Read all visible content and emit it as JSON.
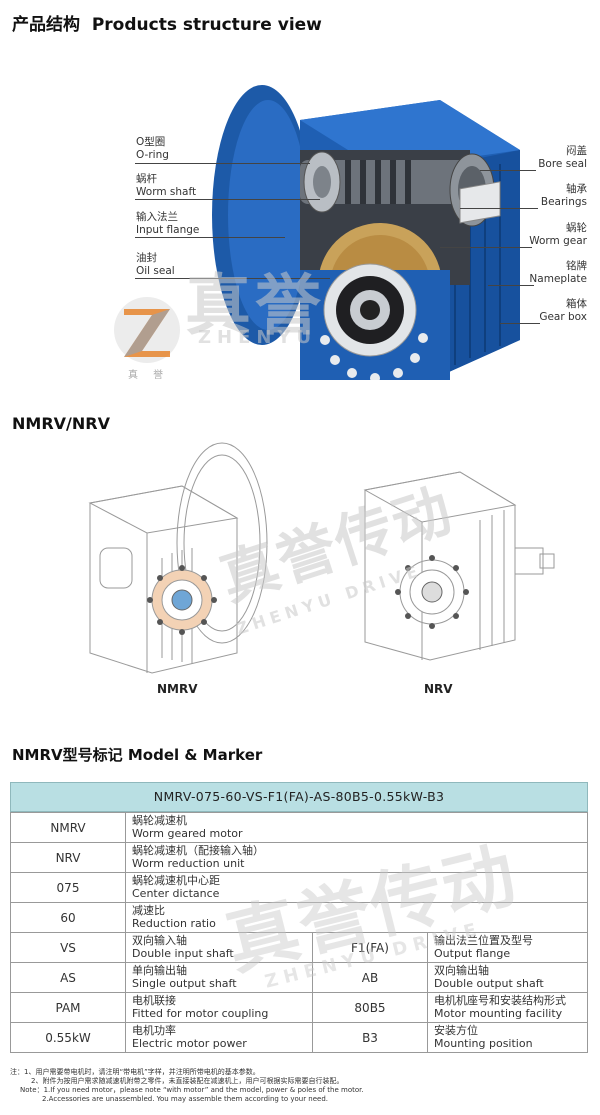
{
  "header": {
    "title_cn": "产品结构",
    "title_en": "Products structure view"
  },
  "structure": {
    "left_labels": [
      {
        "cn": "O型圈",
        "en": "O-ring"
      },
      {
        "cn": "蜗杆",
        "en": "Worm shaft"
      },
      {
        "cn": "输入法兰",
        "en": "Input flange"
      },
      {
        "cn": "油封",
        "en": "Oil seal"
      }
    ],
    "right_labels": [
      {
        "cn": "闷盖",
        "en": "Bore seal"
      },
      {
        "cn": "轴承",
        "en": "Bearings"
      },
      {
        "cn": "蜗轮",
        "en": "Worm gear"
      },
      {
        "cn": "铭牌",
        "en": "Nameplate"
      },
      {
        "cn": "箱体",
        "en": "Gear box"
      }
    ],
    "logo_mark": "ZY",
    "watermark_cn": "真誉",
    "watermark_en": "ZHENYU",
    "logo_small": "真 誉"
  },
  "section2": {
    "title": "NMRV/NRV",
    "left_caption": "NMRV",
    "right_caption": "NRV",
    "watermark_cn": "真誉传动",
    "watermark_en": "ZHENYU DRIVE"
  },
  "section3": {
    "title": "NMRV型号标记 Model & Marker",
    "model_code": "NMRV-075-60-VS-F1(FA)-AS-80B5-0.55kW-B3",
    "rows_full": [
      {
        "code": "NMRV",
        "cn": "蜗轮减速机",
        "en": "Worm geared motor"
      },
      {
        "code": "NRV",
        "cn": "蜗轮减速机（配接输入轴）",
        "en": "Worm reduction unit"
      },
      {
        "code": "075",
        "cn": "蜗轮减速机中心距",
        "en": "Center dictance"
      },
      {
        "code": "60",
        "cn": "减速比",
        "en": "Reduction ratio"
      }
    ],
    "rows_split": [
      {
        "code": "VS",
        "cn": "双向输入轴",
        "en": "Double input shaft",
        "code2": "F1(FA)",
        "cn2": "输出法兰位置及型号",
        "en2": "Output flange"
      },
      {
        "code": "AS",
        "cn": "单向输出轴",
        "en": "Single output shaft",
        "code2": "AB",
        "cn2": "双向输出轴",
        "en2": "Double output shaft"
      },
      {
        "code": "PAM",
        "cn": "电机联接",
        "en": "Fitted for motor coupling",
        "code2": "80B5",
        "cn2": "电机机座号和安装结构形式",
        "en2": "Motor mounting facility"
      },
      {
        "code": "0.55kW",
        "cn": "电机功率",
        "en": "Electric motor power",
        "code2": "B3",
        "cn2": "安装方位",
        "en2": "Mounting position"
      }
    ],
    "watermark_cn": "真誉传动",
    "watermark_en": "ZHENYU DRIVE"
  },
  "notes": [
    "注：1、用户需要带电机时，请注明“带电机”字样，并注明所带电机的基本参数。",
    "2、附件为按用户需求随减速机附带之零件，未直接装配在减速机上，用户可根据实际需要自行装配。",
    "Note：1.If you need motor，please note “with motor” and the model, power & poles of the motor.",
    "2.Accessories are unassembled. You may assemble them according to your need."
  ],
  "colors": {
    "gearbox_blue": "#1f5fb3",
    "table_header": "#b9dfe3",
    "brass": "#c9a25a",
    "logo_orange": "#e67e22"
  }
}
